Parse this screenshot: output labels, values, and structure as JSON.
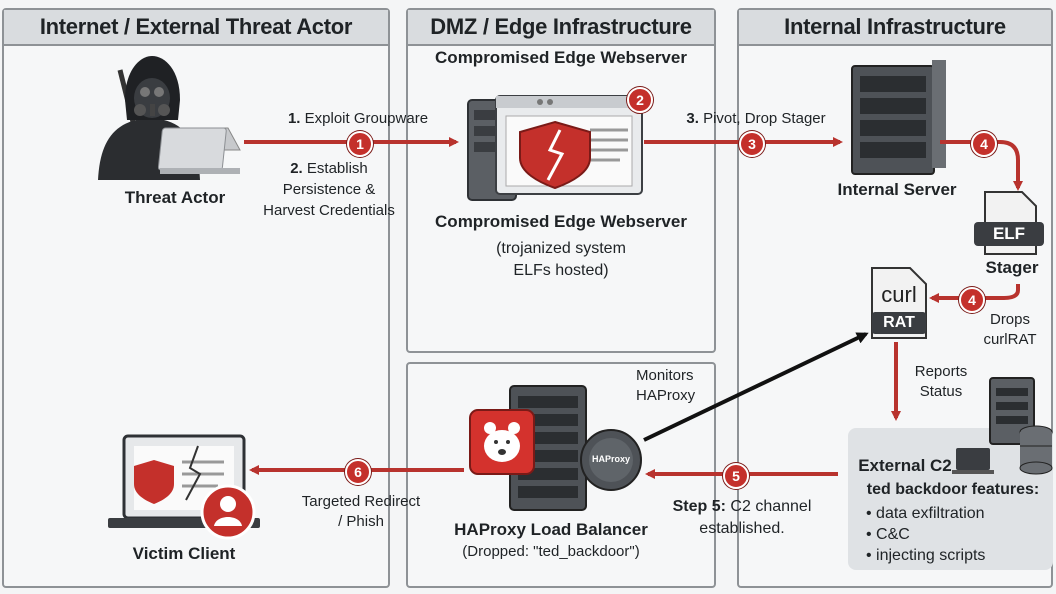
{
  "zones": {
    "internet": "Internet / External Threat Actor",
    "dmz": "DMZ / Edge Infrastructure",
    "internal": "Internal Infrastructure"
  },
  "nodes": {
    "threat_actor": "Threat Actor",
    "edge_top_title": "Compromised Edge Webserver",
    "edge_title": "Compromised Edge Webserver",
    "edge_sub_1": "(trojanized system",
    "edge_sub_2": "ELFs hosted)",
    "internal_server": "Internal Server",
    "elf_icon_text": "ELF",
    "stager": "Stager",
    "curl_icon_text": "curl",
    "rat_icon_text": "RAT",
    "drops_1": "Drops",
    "drops_2": "curlRAT",
    "reports_1": "Reports",
    "reports_2": "Status",
    "monitors_1": "Monitors",
    "monitors_2": "HAProxy",
    "haproxy_gear_text": "HAProxy",
    "haproxy_title": "HAProxy Load Balancer",
    "haproxy_sub": "(Dropped: \"ted_backdoor\")",
    "victim": "Victim Client",
    "c2_title": "External C2",
    "c2_sub": "ted backdoor features:",
    "c2_features": [
      "data exfiltration",
      "C&C",
      "injecting scripts"
    ]
  },
  "steps": {
    "s1_num": "1.",
    "s1_text": "Exploit Groupware",
    "s2_num": "2.",
    "s2_text_1": "Establish",
    "s2_text_2": "Persistence &",
    "s2_text_3": "Harvest Credentials",
    "s3_num": "3.",
    "s3_text": "Pivot, Drop Stager",
    "s5_num": "Step 5:",
    "s5_text_1": "C2 channel",
    "s5_text_2": "established.",
    "s6_text_1": "Targeted Redirect",
    "s6_text_2": "/ Phish"
  },
  "badges": {
    "b1": "1",
    "b2": "2",
    "b3": "3",
    "b4a": "4",
    "b4b": "4",
    "b5": "5",
    "b6": "6"
  },
  "colors": {
    "arrow_red": "#b8332e",
    "arrow_black": "#111111",
    "badge_red": "#c4302b",
    "zone_border": "#8e9296",
    "header_bg": "#d9dcdf"
  }
}
